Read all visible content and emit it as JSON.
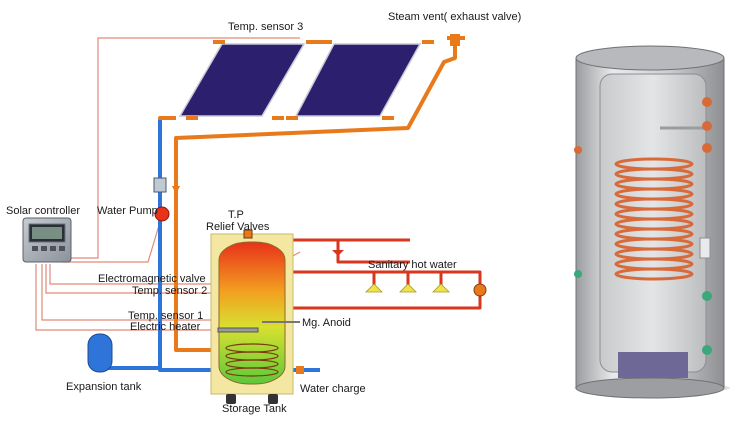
{
  "labels": {
    "temp_sensor_3": "Temp. sensor 3",
    "steam_vent": "Steam vent( exhaust valve)",
    "solar_controller": "Solar controller",
    "water_pump": "Water Pump",
    "tp_relief_line1": "T.P",
    "tp_relief_line2": "Relief Valves",
    "electromagnetic_valve": "Electromagnetic valve",
    "temp_sensor_2": "Temp. sensor 2",
    "sanitary_hot_water": "Sanitary hot water",
    "temp_sensor_1": "Temp. sensor 1",
    "electric_heater": "Electric heater",
    "mg_anoid": "Mg. Anoid",
    "expansion_tank": "Expansion tank",
    "water_charge": "Water charge",
    "storage_tank": "Storage Tank"
  },
  "colors": {
    "hot_pipe": "#e87a1c",
    "red_pipe": "#d9361e",
    "cold_pipe": "#2f74d8",
    "signal_wire": "#e08a78",
    "panel": "#2b1f6e",
    "tank_frame": "#f3e7a2"
  }
}
